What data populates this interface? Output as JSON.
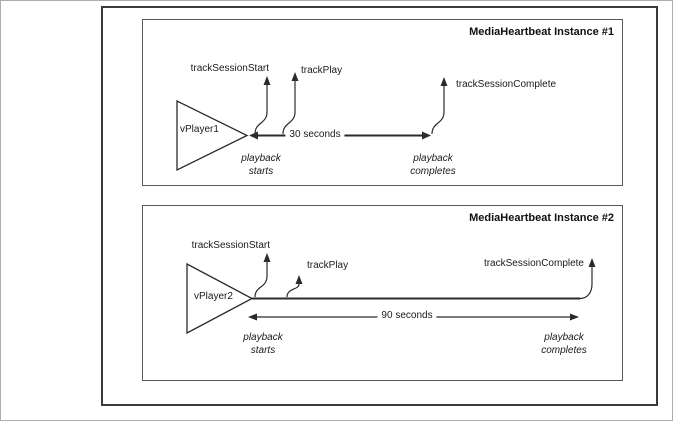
{
  "colors": {
    "line": "#2b2b2b",
    "text": "#1a1a1a",
    "panel_border": "#5a5a5a",
    "frame_border": "#3a3a3a",
    "background": "#ffffff"
  },
  "panels": [
    {
      "title": "MediaHeartbeat Instance #1",
      "player_label": "vPlayer1",
      "track_session_start": "trackSessionStart",
      "track_play": "trackPlay",
      "track_session_complete": "trackSessionComplete",
      "duration_label": "30 seconds",
      "playback_starts": "playback\nstarts",
      "playback_completes": "playback\ncompletes"
    },
    {
      "title": "MediaHeartbeat Instance #2",
      "player_label": "vPlayer2",
      "track_session_start": "trackSessionStart",
      "track_play": "trackPlay",
      "track_session_complete": "trackSessionComplete",
      "duration_label": "90 seconds",
      "playback_starts": "playback\nstarts",
      "playback_completes": "playback\ncompletes"
    }
  ]
}
